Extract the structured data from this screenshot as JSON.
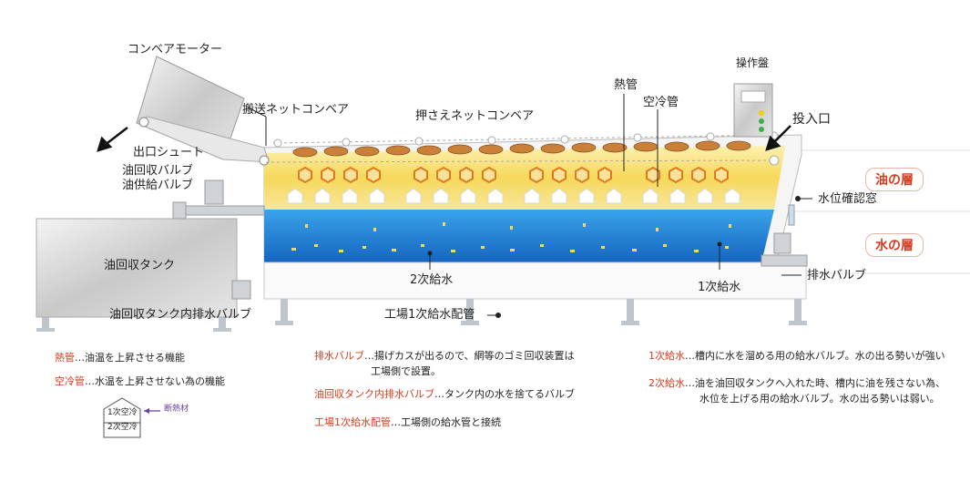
{
  "labels": {
    "conveyor_motor": "コンベアモーター",
    "transport_net_conveyor": "搬送ネットコンベア",
    "press_net_conveyor": "押さえネットコンベア",
    "heat_pipe": "熱管",
    "air_cool_pipe": "空冷管",
    "control_panel": "操作盤",
    "input_port": "投入口",
    "exit_chute": "出口シュート",
    "oil_valves_1": "油回収バルブ",
    "oil_valves_2": "油供給バルブ",
    "oil_layer": "油の層",
    "water_layer": "水の層",
    "water_level_window": "水位確認窓",
    "oil_recovery_tank": "油回収タンク",
    "drain_valve": "排水バルブ",
    "secondary_water": "2次給水",
    "primary_water": "1次給水",
    "factory_pipe": "工場1次給水配管",
    "tank_drain_valve": "油回収タンク内排水バルブ"
  },
  "legend_left": [
    {
      "key": "熱管",
      "text": "…油温を上昇させる機能"
    },
    {
      "key": "空冷管",
      "text": "…水温を上昇させない為の機能"
    }
  ],
  "insulation": {
    "row1": "1次空冷",
    "row2": "2次空冷",
    "arrow_label": "断熱材"
  },
  "legend_mid": [
    {
      "key": "排水バルブ",
      "text": "…揚げカスが出るので、網等のゴミ回収装置は",
      "text2": "工場側で設置。"
    },
    {
      "key": "油回収タンク内排水バルブ",
      "text": "…タンク内の水を捨てるバルブ"
    },
    {
      "key": "工場1次給水配管",
      "text": "…工場側の給水管と接続"
    }
  ],
  "legend_right": [
    {
      "key": "1次給水",
      "text": "…槽内に水を溜める用の給水バルブ。水の出る勢いが強い"
    },
    {
      "key": "2次給水",
      "text": "…油を油回収タンクへ入れた時、槽内に油を残さない為、",
      "text2": "水位を上げる用の給水バルブ。水の出る勢いは弱い。"
    }
  ],
  "colors": {
    "oil": "#f3d24a",
    "water": "#1e7fd0",
    "accent": "#d43c1e"
  }
}
